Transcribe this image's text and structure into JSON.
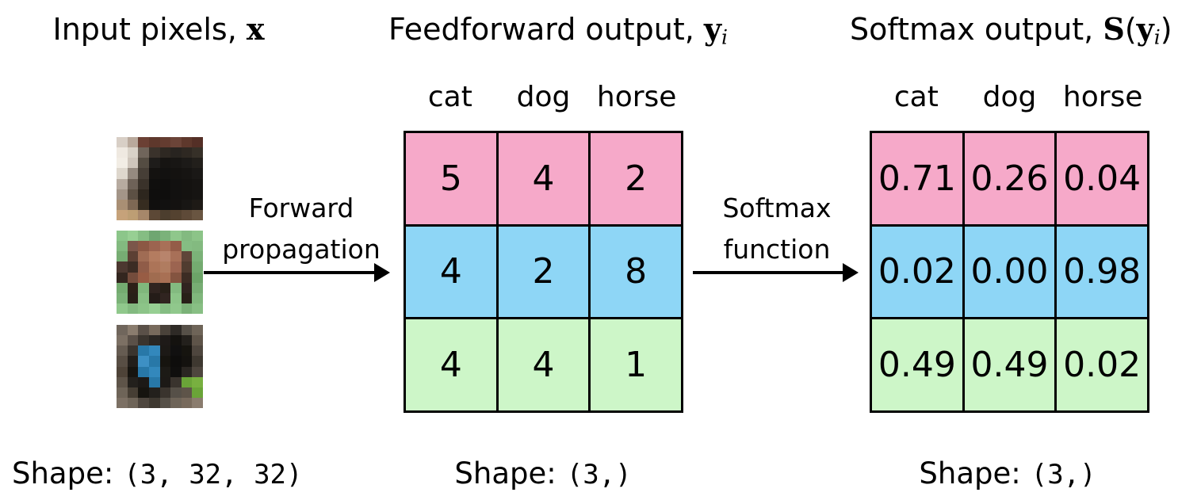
{
  "figure": {
    "titles": {
      "input": {
        "text": "Input pixels, ",
        "vec": "x"
      },
      "feedforward": {
        "text": "Feedforward output, ",
        "vec": "y",
        "sub": "i"
      },
      "softmax": {
        "text": "Softmax output, ",
        "fn": "S",
        "open": "(",
        "vec": "y",
        "sub": "i",
        "close": ")"
      }
    },
    "class_labels": [
      "cat",
      "dog",
      "horse"
    ],
    "arrows": {
      "forward": {
        "line1": "Forward",
        "line2": "propagation"
      },
      "softmax": {
        "line1": "Softmax",
        "line2": "function"
      }
    },
    "tables": {
      "feedforward": {
        "rows": [
          {
            "color": "pink",
            "values": [
              "5",
              "4",
              "2"
            ]
          },
          {
            "color": "blue",
            "values": [
              "4",
              "2",
              "8"
            ]
          },
          {
            "color": "green",
            "values": [
              "4",
              "4",
              "1"
            ]
          }
        ]
      },
      "softmax": {
        "rows": [
          {
            "color": "pink",
            "values": [
              "0.71",
              "0.26",
              "0.04"
            ]
          },
          {
            "color": "blue",
            "values": [
              "0.02",
              "0.00",
              "0.98"
            ]
          },
          {
            "color": "green",
            "values": [
              "0.49",
              "0.49",
              "0.02"
            ]
          }
        ]
      }
    },
    "shapes": {
      "input": {
        "label": "Shape:",
        "value": "(3, 32, 32)"
      },
      "feedforward": {
        "label": "Shape:",
        "value": "(3,)"
      },
      "softmax": {
        "label": "Shape:",
        "value": "(3,)"
      }
    },
    "colors": {
      "pink": "#f6a9c9",
      "blue": "#8ed6f6",
      "green": "#cdf6c8",
      "line": "#000000"
    },
    "input_images": [
      {
        "name": "cat-photo",
        "pixels": [
          [
            "#d8cfc6",
            "#b9a99c",
            "#6b4034",
            "#5e382c",
            "#643c30",
            "#6b4438",
            "#5e382c",
            "#542f26"
          ],
          [
            "#efe9e1",
            "#d9d2c8",
            "#70655b",
            "#3a322b",
            "#2e2822",
            "#282420",
            "#2e2822",
            "#363028"
          ],
          [
            "#f2ede5",
            "#cfc6bc",
            "#544c42",
            "#1e1c1a",
            "#161412",
            "#181614",
            "#1c1a18",
            "#221f1b"
          ],
          [
            "#ded7cd",
            "#958a80",
            "#463e36",
            "#141210",
            "#121110",
            "#141210",
            "#161412",
            "#1a1816"
          ],
          [
            "#b7aba0",
            "#6e6258",
            "#3a322a",
            "#100f0e",
            "#0f0e0d",
            "#121110",
            "#141210",
            "#161412"
          ],
          [
            "#a39588",
            "#5c5044",
            "#2d261e",
            "#0f0e0d",
            "#0f0e0d",
            "#121110",
            "#141210",
            "#161412"
          ],
          [
            "#a98f74",
            "#7e6854",
            "#362c20",
            "#100f0e",
            "#121110",
            "#141210",
            "#181614",
            "#1e1a16"
          ],
          [
            "#c6a27a",
            "#bd9e74",
            "#a6876a",
            "#5c4836",
            "#4c3e2e",
            "#544230",
            "#5e4a38",
            "#695541"
          ]
        ]
      },
      {
        "name": "horse-photo",
        "pixels": [
          [
            "#8cc68a",
            "#97cf93",
            "#85bd83",
            "#6fa671",
            "#7bb27a",
            "#8fc78b",
            "#83ba80",
            "#8cc488"
          ],
          [
            "#83ba80",
            "#7b564a",
            "#8c5844",
            "#9c6450",
            "#a87058",
            "#945c48",
            "#85bd83",
            "#83ba80"
          ],
          [
            "#77ad73",
            "#5c4034",
            "#a06c54",
            "#b47c60",
            "#b8846c",
            "#a87058",
            "#5f4539",
            "#7bb278"
          ],
          [
            "#4c3830",
            "#3c2c24",
            "#905c48",
            "#ac7458",
            "#b07c60",
            "#9c6450",
            "#503c30",
            "#74ab70"
          ],
          [
            "#33261f",
            "#744c3c",
            "#985c44",
            "#a06c50",
            "#a87054",
            "#845440",
            "#3c2c24",
            "#6ca468"
          ],
          [
            "#74ab70",
            "#2c2018",
            "#80b77c",
            "#302420",
            "#282018",
            "#83ba80",
            "#302420",
            "#77ad73"
          ],
          [
            "#7bb278",
            "#282018",
            "#88bf84",
            "#241c18",
            "#302420",
            "#8cc488",
            "#282018",
            "#80b77c"
          ],
          [
            "#90c88c",
            "#83ba80",
            "#8cc488",
            "#97cf93",
            "#85bd83",
            "#90c88c",
            "#7bb278",
            "#88bf84"
          ]
        ]
      },
      {
        "name": "dog-photo",
        "pixels": [
          [
            "#70665c",
            "#8a7c6e",
            "#5a5048",
            "#786a5c",
            "#4a423a",
            "#2e2a26",
            "#565048",
            "#6e6458"
          ],
          [
            "#7c7064",
            "#5a5048",
            "#3a342e",
            "#2a2622",
            "#1e1a18",
            "#14120f",
            "#23201c",
            "#5e5449"
          ],
          [
            "#665c52",
            "#3a342e",
            "#2878a8",
            "#3388bc",
            "#1c1916",
            "#111010",
            "#16140f",
            "#4e463e"
          ],
          [
            "#584e44",
            "#221e1a",
            "#3d90c4",
            "#2878a8",
            "#16140f",
            "#0e0d0c",
            "#14120f",
            "#3e3830"
          ],
          [
            "#4e4338",
            "#16140f",
            "#2878a8",
            "#3388bc",
            "#1c1a16",
            "#100f0e",
            "#2a2622",
            "#4e463e"
          ],
          [
            "#5e5449",
            "#23201c",
            "#1c1916",
            "#2878a8",
            "#1c1916",
            "#3a342e",
            "#6aa438",
            "#78b040"
          ],
          [
            "#6e6458",
            "#463e34",
            "#16140f",
            "#23201c",
            "#3a342e",
            "#565048",
            "#5e5449",
            "#6aa438"
          ],
          [
            "#7c7064",
            "#6e6458",
            "#4e463e",
            "#3e3830",
            "#565048",
            "#6e6458",
            "#786a5c",
            "#8a7c6e"
          ]
        ]
      }
    ]
  }
}
